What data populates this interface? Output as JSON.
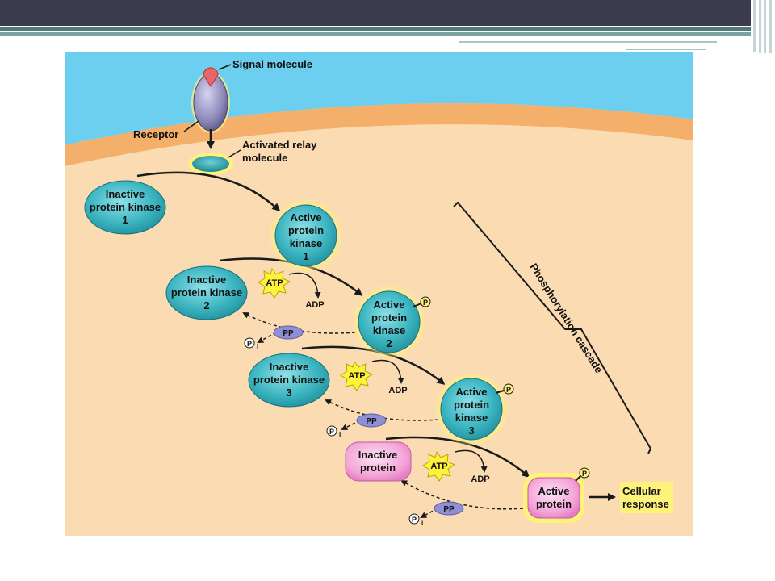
{
  "labels": {
    "signal_molecule": "Signal molecule",
    "receptor": "Receptor",
    "activated_relay_1": "Activated relay",
    "activated_relay_2": "molecule",
    "phosphorylation_cascade": "Phosphorylation cascade",
    "cellular_response_1": "Cellular",
    "cellular_response_2": "response"
  },
  "kinases": [
    {
      "inactive": [
        "Inactive",
        "protein kinase",
        "1"
      ],
      "active": [
        "Active",
        "protein",
        "kinase",
        "1"
      ]
    },
    {
      "inactive": [
        "Inactive",
        "protein kinase",
        "2"
      ],
      "active": [
        "Active",
        "protein",
        "kinase",
        "2"
      ]
    },
    {
      "inactive": [
        "Inactive",
        "protein kinase",
        "3"
      ],
      "active": [
        "Active",
        "protein",
        "kinase",
        "3"
      ]
    }
  ],
  "protein": {
    "inactive": [
      "Inactive",
      "protein"
    ],
    "active": [
      "Active",
      "protein"
    ]
  },
  "step_labels": {
    "atp": "ATP",
    "adp": "ADP",
    "pp": "PP",
    "pi_letter": "P",
    "pi_sub": "i",
    "phosphate": "P"
  },
  "colors": {
    "extracellular": "#6dcff0",
    "membrane": "#f4b06a",
    "cytoplasm": "#fbdcb2",
    "kinase_fill": "#3db6c2",
    "protein_fill": "#f4a6d8",
    "glow": "#fff27a",
    "pp_fill": "#8f8fd6",
    "response_box": "#fff27a"
  }
}
